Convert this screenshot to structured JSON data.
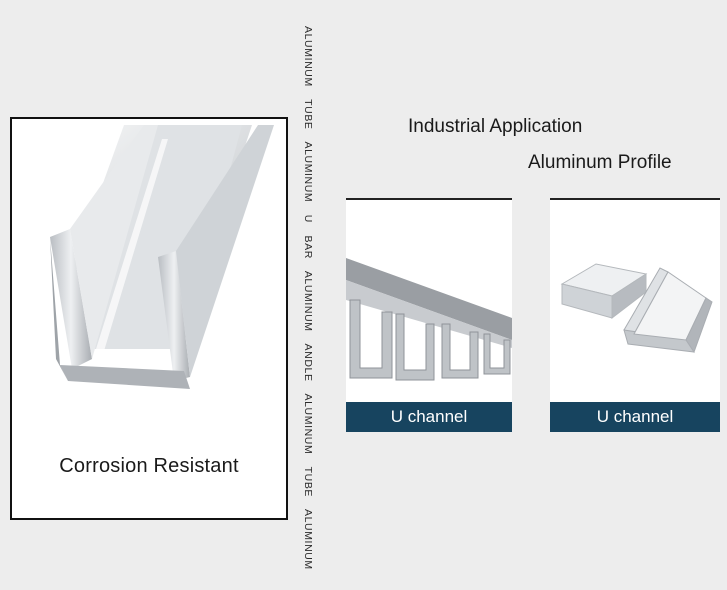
{
  "main_card": {
    "caption": "Corrosion Resistant"
  },
  "vertical_text": "ALUMINUM TUBE ALUMINUM U BAR ALUMINUM ANDLE ALUMINUM TUBE ALUMINUM",
  "headings": {
    "line1": "Industrial Application",
    "line2": "Aluminum Profile"
  },
  "cards": [
    {
      "label": "U channel"
    },
    {
      "label": "U channel"
    }
  ],
  "colors": {
    "label_bg": "#17445f",
    "background": "#ededed"
  }
}
